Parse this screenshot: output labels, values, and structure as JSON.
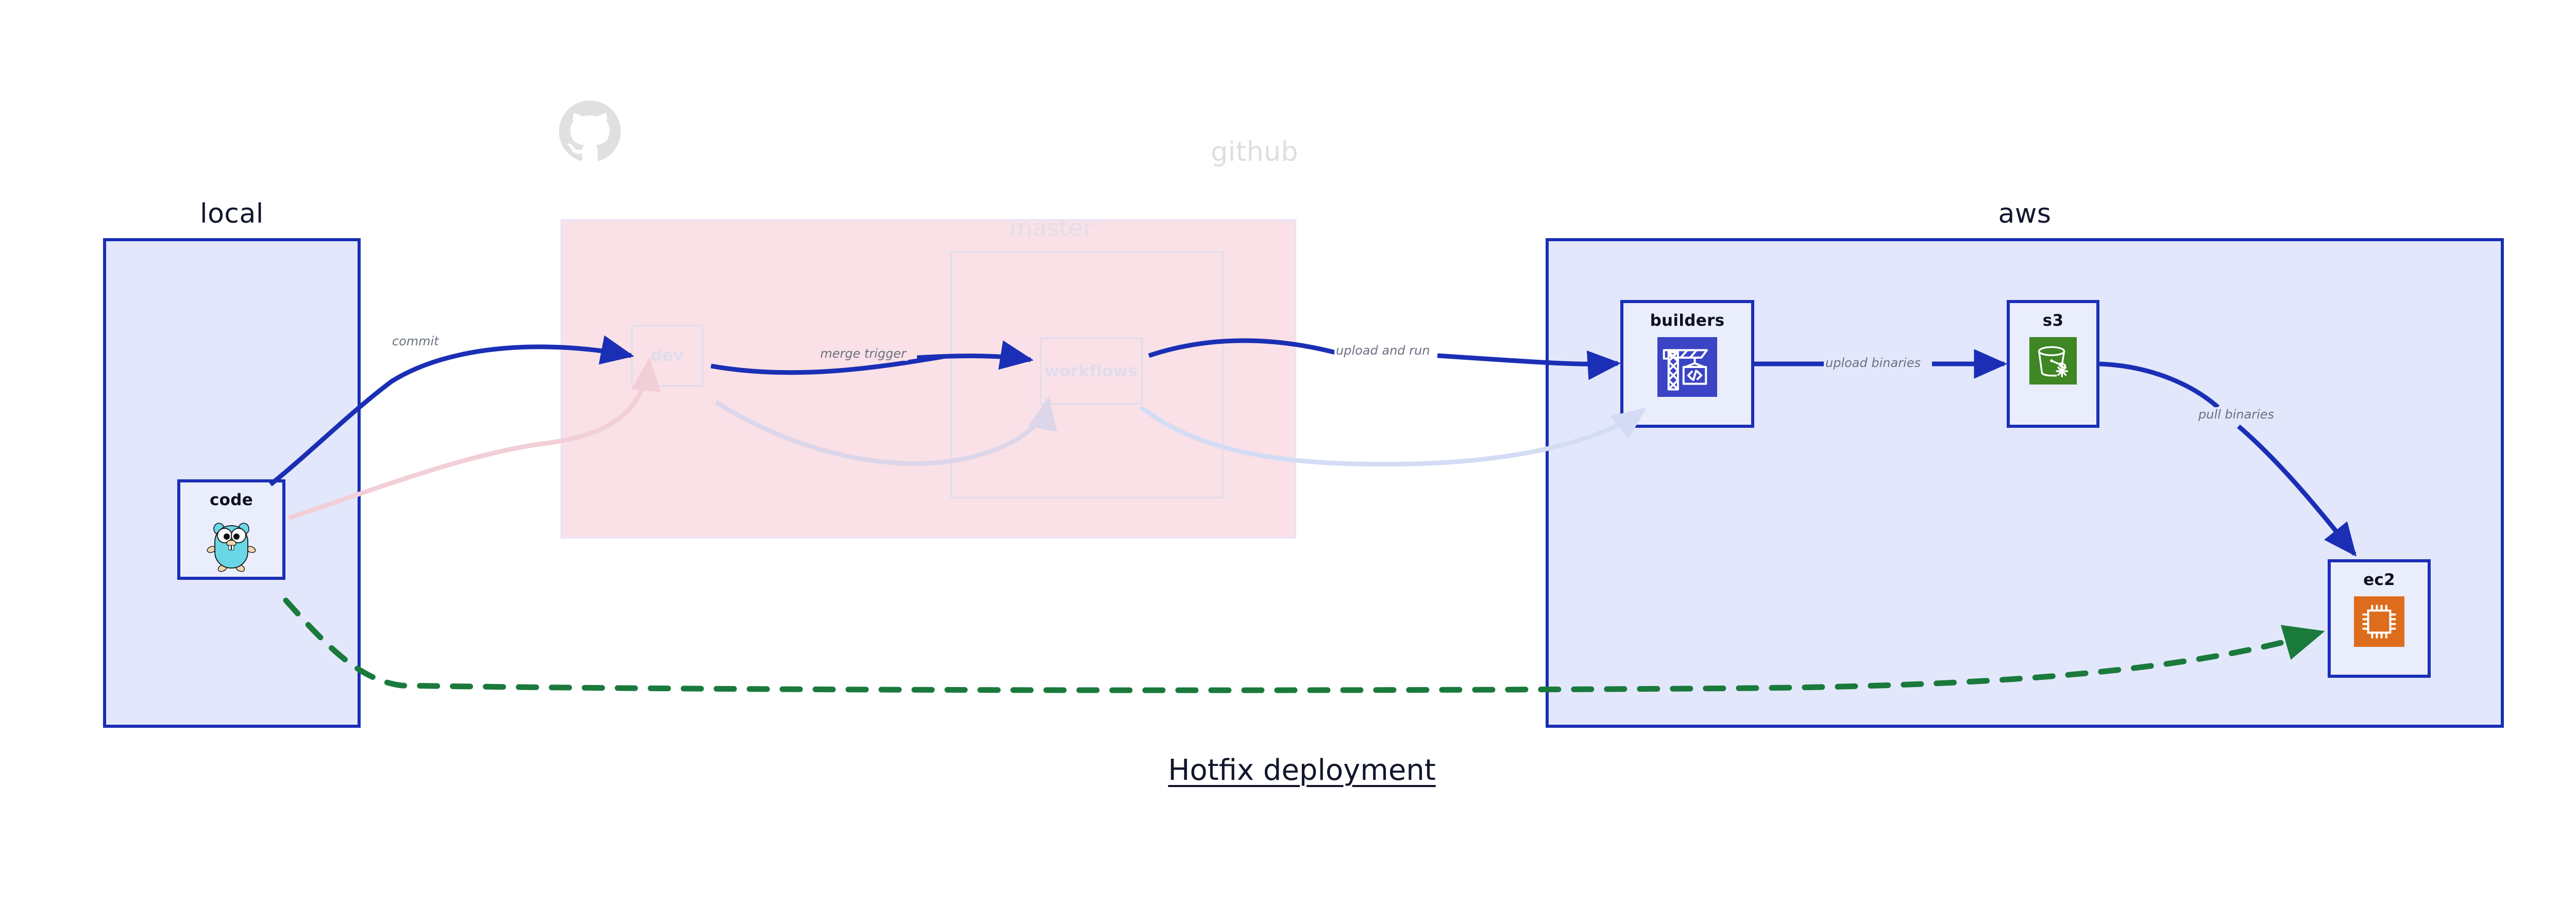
{
  "diagram": {
    "title": "Hotfix deployment",
    "type": "deployment-flow",
    "colors": {
      "group_border_blue": "#1a2fb5",
      "group_fill_blue": "#e2e7fb",
      "group_fill_pink": "#f9e1e7",
      "node_fill": "#eaeefc",
      "edge_blue": "#1a2fb5",
      "edge_green": "#1a7a3c",
      "faded_grey": "#e0dced",
      "label_grey": "#6b7180",
      "builders_icon": "#3b44c4",
      "s3_icon": "#3f8624",
      "ec2_icon": "#dd6c1c",
      "gopher_body": "#6ad7e5",
      "github_mark": "#e0e0e0"
    }
  },
  "groups": [
    {
      "id": "local",
      "label": "local",
      "state": "active"
    },
    {
      "id": "github",
      "label": "github",
      "state": "faded"
    },
    {
      "id": "aws",
      "label": "aws",
      "state": "active"
    }
  ],
  "subgroups": [
    {
      "id": "master",
      "label": "master",
      "parent": "github",
      "state": "faded"
    }
  ],
  "nodes": [
    {
      "id": "code",
      "label": "code",
      "group": "local",
      "icon": "go-gopher-icon",
      "state": "active"
    },
    {
      "id": "dev",
      "label": "dev",
      "group": "github",
      "icon": "none",
      "state": "faded"
    },
    {
      "id": "workflows",
      "label": "workflows",
      "group": "master",
      "icon": "none",
      "state": "faded"
    },
    {
      "id": "builders",
      "label": "builders",
      "group": "aws",
      "icon": "crane-code-icon",
      "state": "active"
    },
    {
      "id": "s3",
      "label": "s3",
      "group": "aws",
      "icon": "s3-bucket-icon",
      "state": "active"
    },
    {
      "id": "ec2",
      "label": "ec2",
      "group": "aws",
      "icon": "cpu-chip-icon",
      "state": "active"
    }
  ],
  "edges": [
    {
      "id": "e1",
      "from": "code",
      "to": "dev",
      "label": "commit",
      "style": "solid",
      "color": "#1a2fb5"
    },
    {
      "id": "e2",
      "from": "dev",
      "to": "workflows",
      "label": "merge trigger",
      "style": "solid",
      "color": "#1a2fb5"
    },
    {
      "id": "e3",
      "from": "workflows",
      "to": "builders",
      "label": "upload and run",
      "style": "solid",
      "color": "#1a2fb5"
    },
    {
      "id": "e4",
      "from": "builders",
      "to": "s3",
      "label": "upload binaries",
      "style": "solid",
      "color": "#1a2fb5"
    },
    {
      "id": "e5",
      "from": "s3",
      "to": "ec2",
      "label": "pull binaries",
      "style": "solid",
      "color": "#1a2fb5"
    },
    {
      "id": "e6",
      "from": "code",
      "to": "ec2",
      "label": "",
      "style": "dashed",
      "color": "#1a7a3c"
    }
  ],
  "ghost_edges": [
    {
      "id": "g1",
      "from": "code",
      "to": "dev",
      "color": "#f6d8de"
    },
    {
      "id": "g2",
      "from": "dev",
      "to": "workflows",
      "color": "#e4dff0"
    },
    {
      "id": "g3",
      "from": "workflows",
      "to": "builders",
      "color": "#dfe4f6"
    }
  ]
}
